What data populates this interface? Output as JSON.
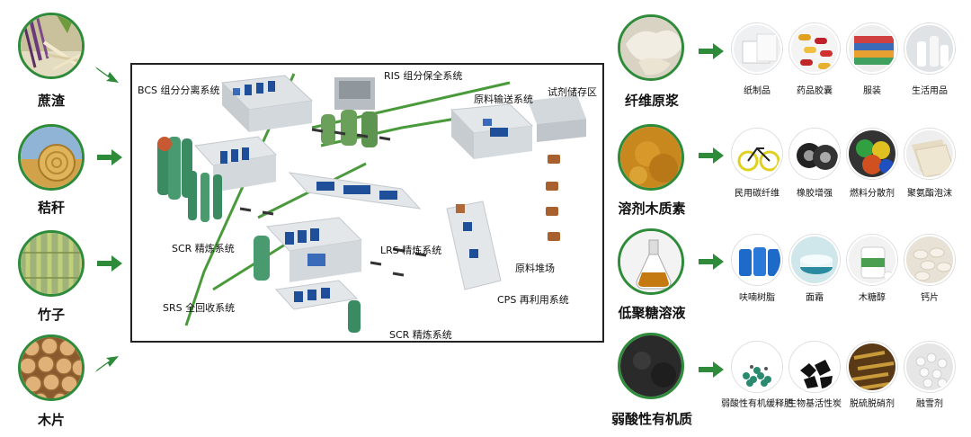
{
  "inputs": [
    {
      "name": "蔗渣",
      "icon": "sugarcane-bagasse-photo"
    },
    {
      "name": "秸秆",
      "icon": "straw-bale-photo"
    },
    {
      "name": "竹子",
      "icon": "bamboo-photo"
    },
    {
      "name": "木片",
      "icon": "wood-logs-photo"
    }
  ],
  "systems": {
    "bcs": "BCS 组分分离系统",
    "ris": "RIS 组分保全系统",
    "feed": "原料输送系统",
    "reagent": "试剂储存区",
    "scr1": "SCR 精炼系统",
    "lrs": "LRS 精炼系统",
    "pile": "原料堆场",
    "srs": "SRS 全回收系统",
    "cps": "CPS 再利用系统",
    "scr2": "SCR 精炼系统"
  },
  "products": [
    {
      "name": "纤维原浆",
      "icon": "fiber-pulp-photo",
      "items": [
        {
          "label": "纸制品",
          "icon": "paper-products-photo"
        },
        {
          "label": "药品胶囊",
          "icon": "capsules-photo"
        },
        {
          "label": "服装",
          "icon": "clothing-photo"
        },
        {
          "label": "生活用品",
          "icon": "daily-goods-photo"
        }
      ]
    },
    {
      "name": "溶剂木质素",
      "icon": "lignin-powder-photo",
      "items": [
        {
          "label": "民用碳纤维",
          "icon": "bicycle-photo"
        },
        {
          "label": "橡胶增强",
          "icon": "tires-photo"
        },
        {
          "label": "燃料分散剂",
          "icon": "pigment-photo"
        },
        {
          "label": "聚氨酯泡沫",
          "icon": "foam-board-photo"
        }
      ]
    },
    {
      "name": "低聚糖溶液",
      "icon": "sugar-solution-flask-photo",
      "items": [
        {
          "label": "呋喃树脂",
          "icon": "resin-barrels-photo"
        },
        {
          "label": "面霜",
          "icon": "face-cream-photo"
        },
        {
          "label": "木糖醇",
          "icon": "xylitol-photo"
        },
        {
          "label": "钙片",
          "icon": "calcium-tablets-photo"
        }
      ]
    },
    {
      "name": "弱酸性有机质",
      "icon": "organic-matter-photo",
      "items": [
        {
          "label": "弱酸性有机缓释肥",
          "icon": "fertilizer-photo"
        },
        {
          "label": "生物基活性炭",
          "icon": "activated-carbon-photo"
        },
        {
          "label": "脱硫脱硝剂",
          "icon": "denitration-agent-photo"
        },
        {
          "label": "融雪剂",
          "icon": "snow-melt-photo"
        }
      ]
    }
  ],
  "colors": {
    "accent_green": "#2e8b3a",
    "plant_wall": "#e9ecee",
    "machine_blue": "#1f4f99",
    "pipe_green": "#4a9a3c"
  }
}
